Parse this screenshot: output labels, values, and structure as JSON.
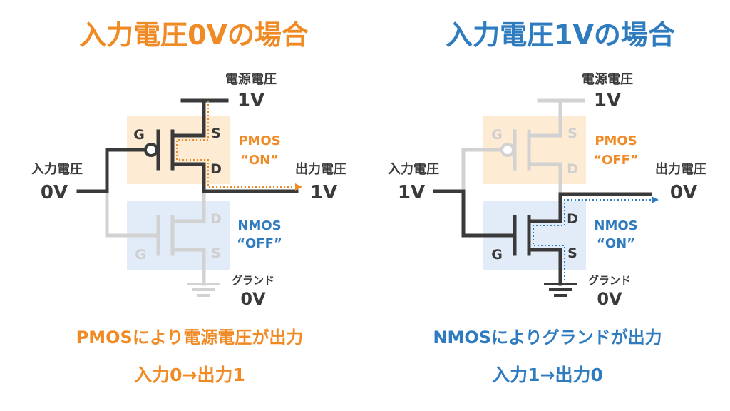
{
  "colors": {
    "orange": "#f08a24",
    "blue": "#2f7bbf",
    "dark": "#3a3a3a",
    "inactive": "#d2d2d2",
    "inactive_text": "#cfcfcf",
    "pmos_box": "#fdebd3",
    "nmos_box": "#e1ecf8"
  },
  "left": {
    "title": "入力電圧0Vの場合",
    "supply_label": "電源電圧",
    "supply_value": "1V",
    "input_label": "入力電圧",
    "input_value": "0V",
    "output_label": "出力電圧",
    "output_value": "1V",
    "ground_label": "グランド",
    "ground_value": "0V",
    "pmos": {
      "name": "PMOS",
      "state": "“ON”",
      "g": "G",
      "s": "S",
      "d": "D"
    },
    "nmos": {
      "name": "NMOS",
      "state": "“OFF”",
      "g": "G",
      "s": "S",
      "d": "D"
    },
    "caption1": "PMOSにより電源電圧が出力",
    "caption2": "入力0→出力1"
  },
  "right": {
    "title": "入力電圧1Vの場合",
    "supply_label": "電源電圧",
    "supply_value": "1V",
    "input_label": "入力電圧",
    "input_value": "1V",
    "output_label": "出力電圧",
    "output_value": "0V",
    "ground_label": "グランド",
    "ground_value": "0V",
    "pmos": {
      "name": "PMOS",
      "state": "“OFF”",
      "g": "G",
      "s": "S",
      "d": "D"
    },
    "nmos": {
      "name": "NMOS",
      "state": "“ON”",
      "g": "G",
      "s": "S",
      "d": "D"
    },
    "caption1": "NMOSによりグランドが出力",
    "caption2": "入力1→出力0"
  }
}
